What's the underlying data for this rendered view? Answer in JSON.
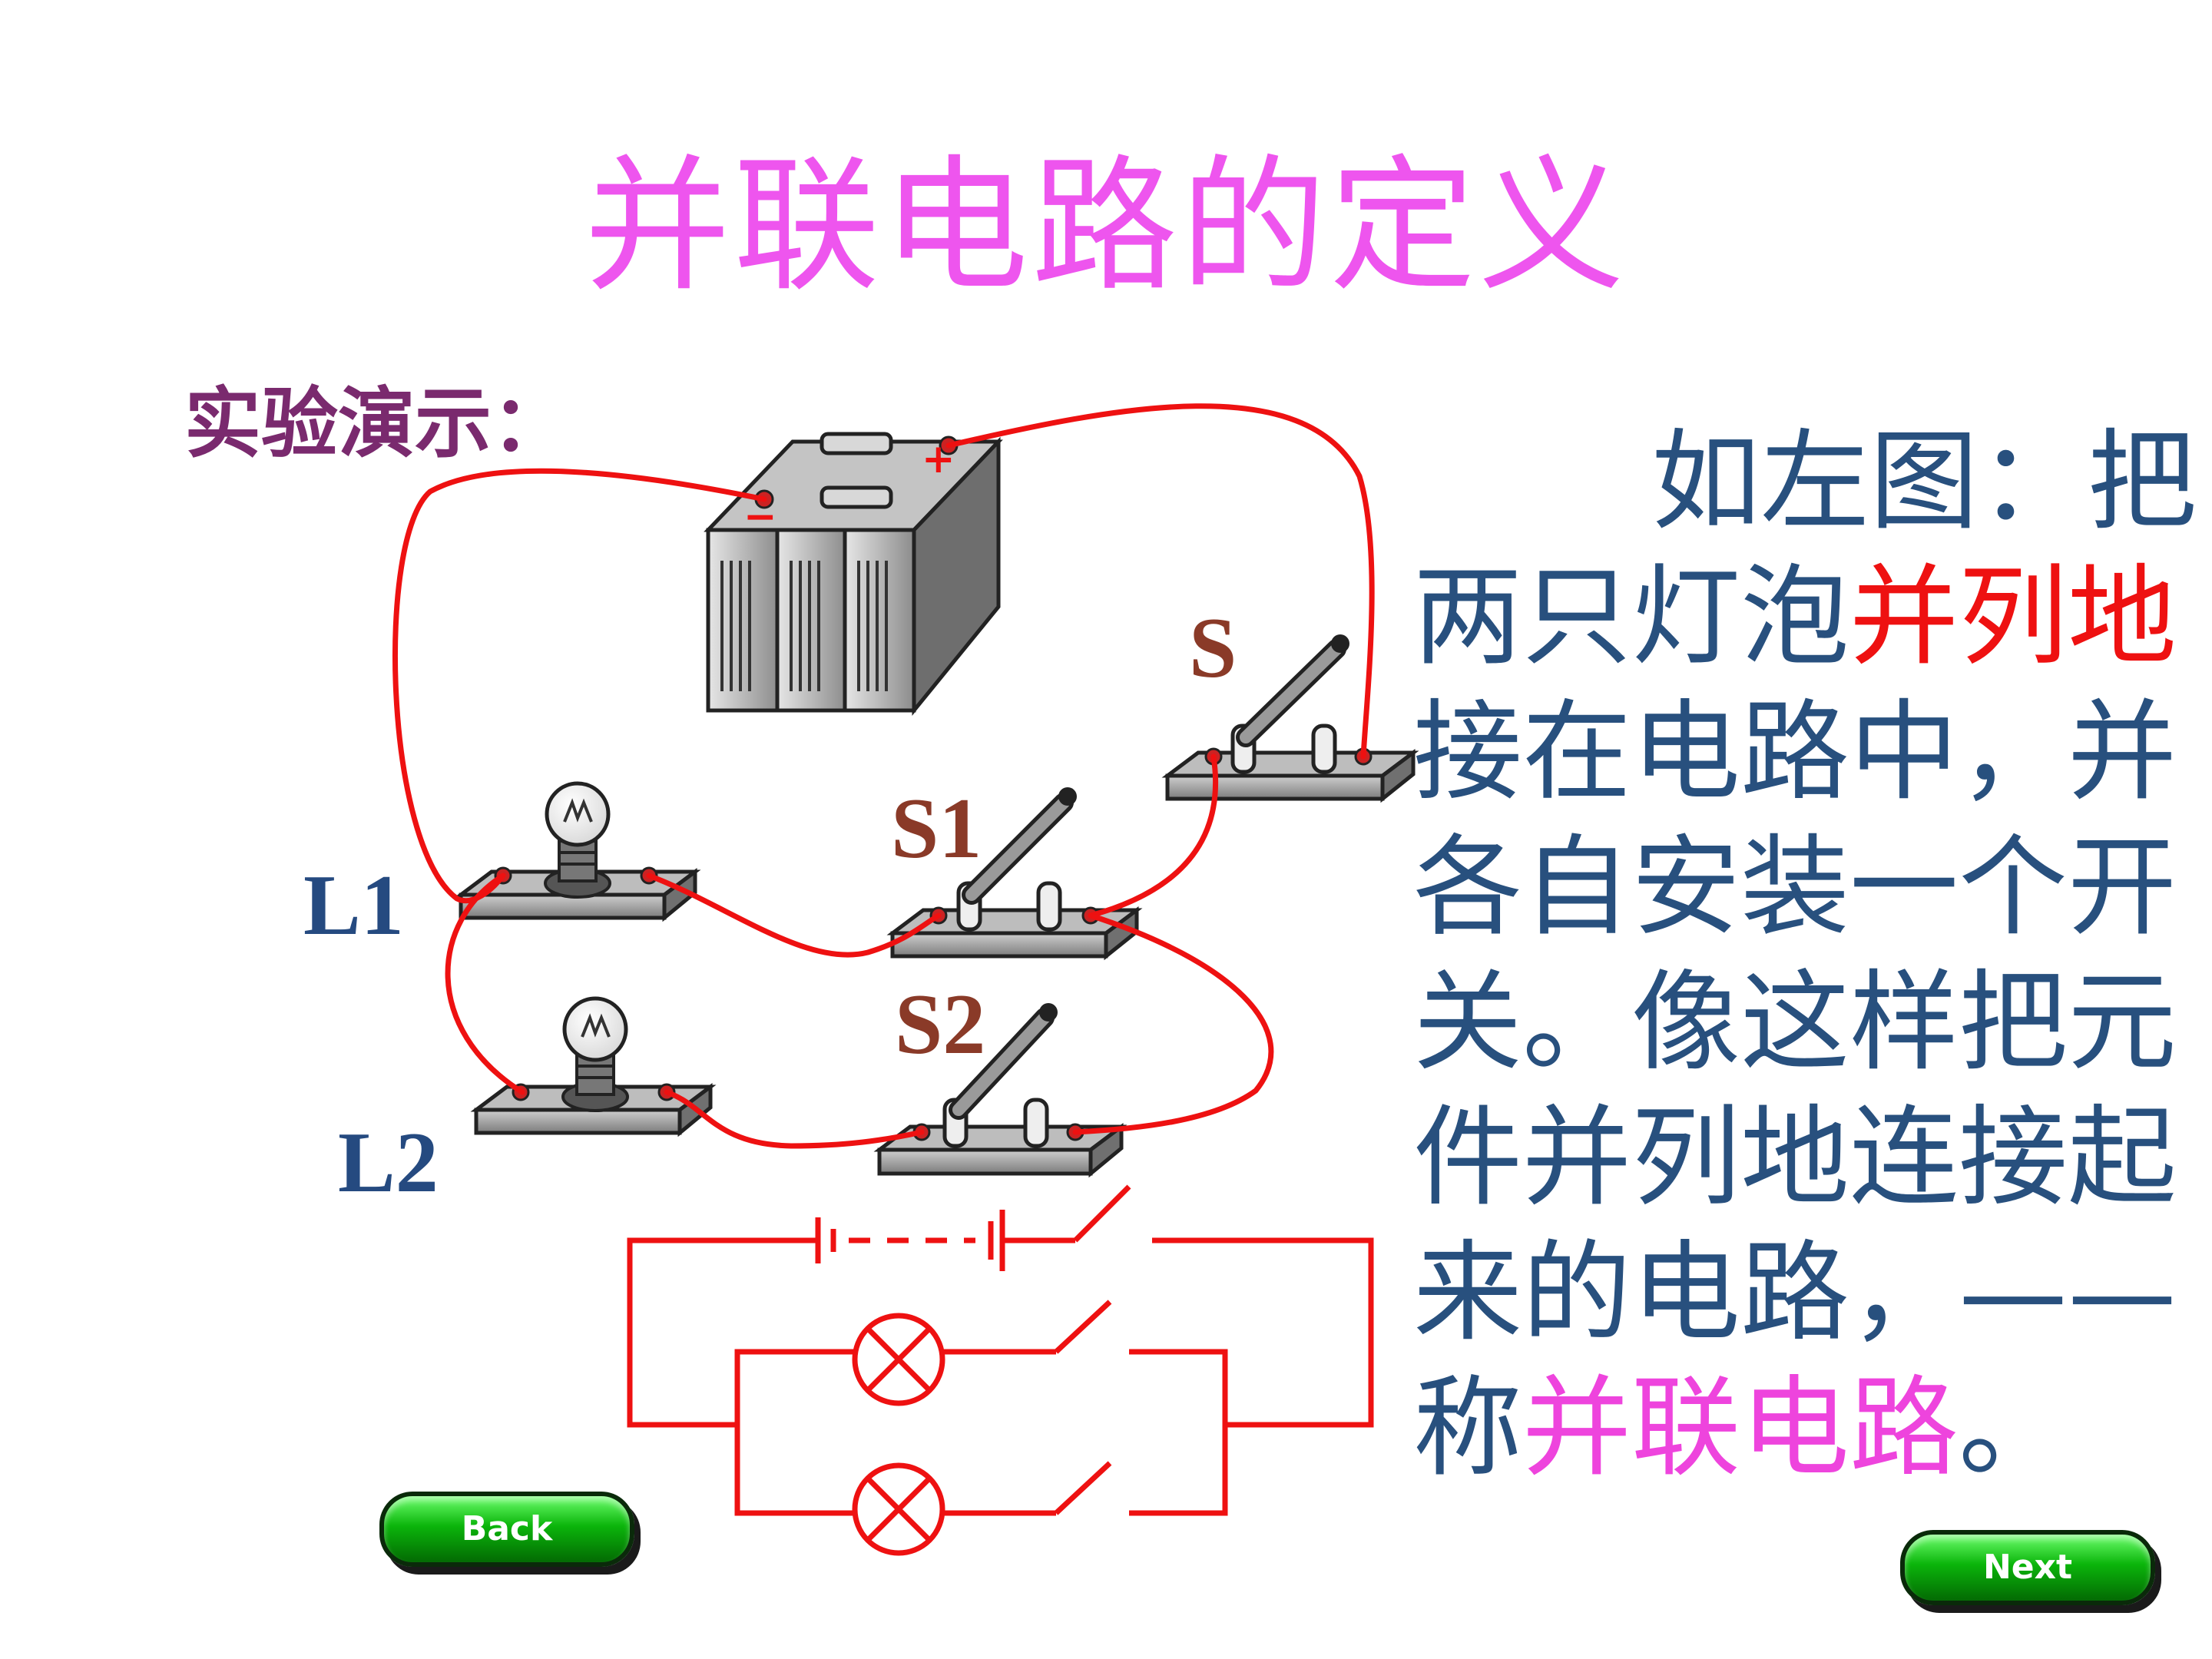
{
  "slide": {
    "title": "并联电路的定义",
    "demo_label": "实验演示：",
    "labels": {
      "switch_main": "S",
      "switch_1": "S1",
      "switch_2": "S2",
      "lamp_1": "L1",
      "lamp_2": "L2"
    },
    "battery_plus": "+",
    "battery_minus": "−",
    "paragraph": {
      "l1": "如左图：把",
      "l2a": "两只灯泡",
      "l2b": "并列地",
      "l3": "接在电路中，并",
      "l4": "各自安装一个开",
      "l5": "关。像这样把元",
      "l6": "件并列地连接起",
      "l7": "来的电路，——",
      "l8a": "称",
      "l8b": "并联电路",
      "l8c": "。"
    },
    "buttons": {
      "back": "Back",
      "next": "Next"
    },
    "colors": {
      "title": "#ee55ee",
      "wire": "#ee1111",
      "text": "#28507e",
      "highlight_red": "#ee1111",
      "highlight_pink": "#ee44dd",
      "button_green": "#0bb50b"
    }
  }
}
